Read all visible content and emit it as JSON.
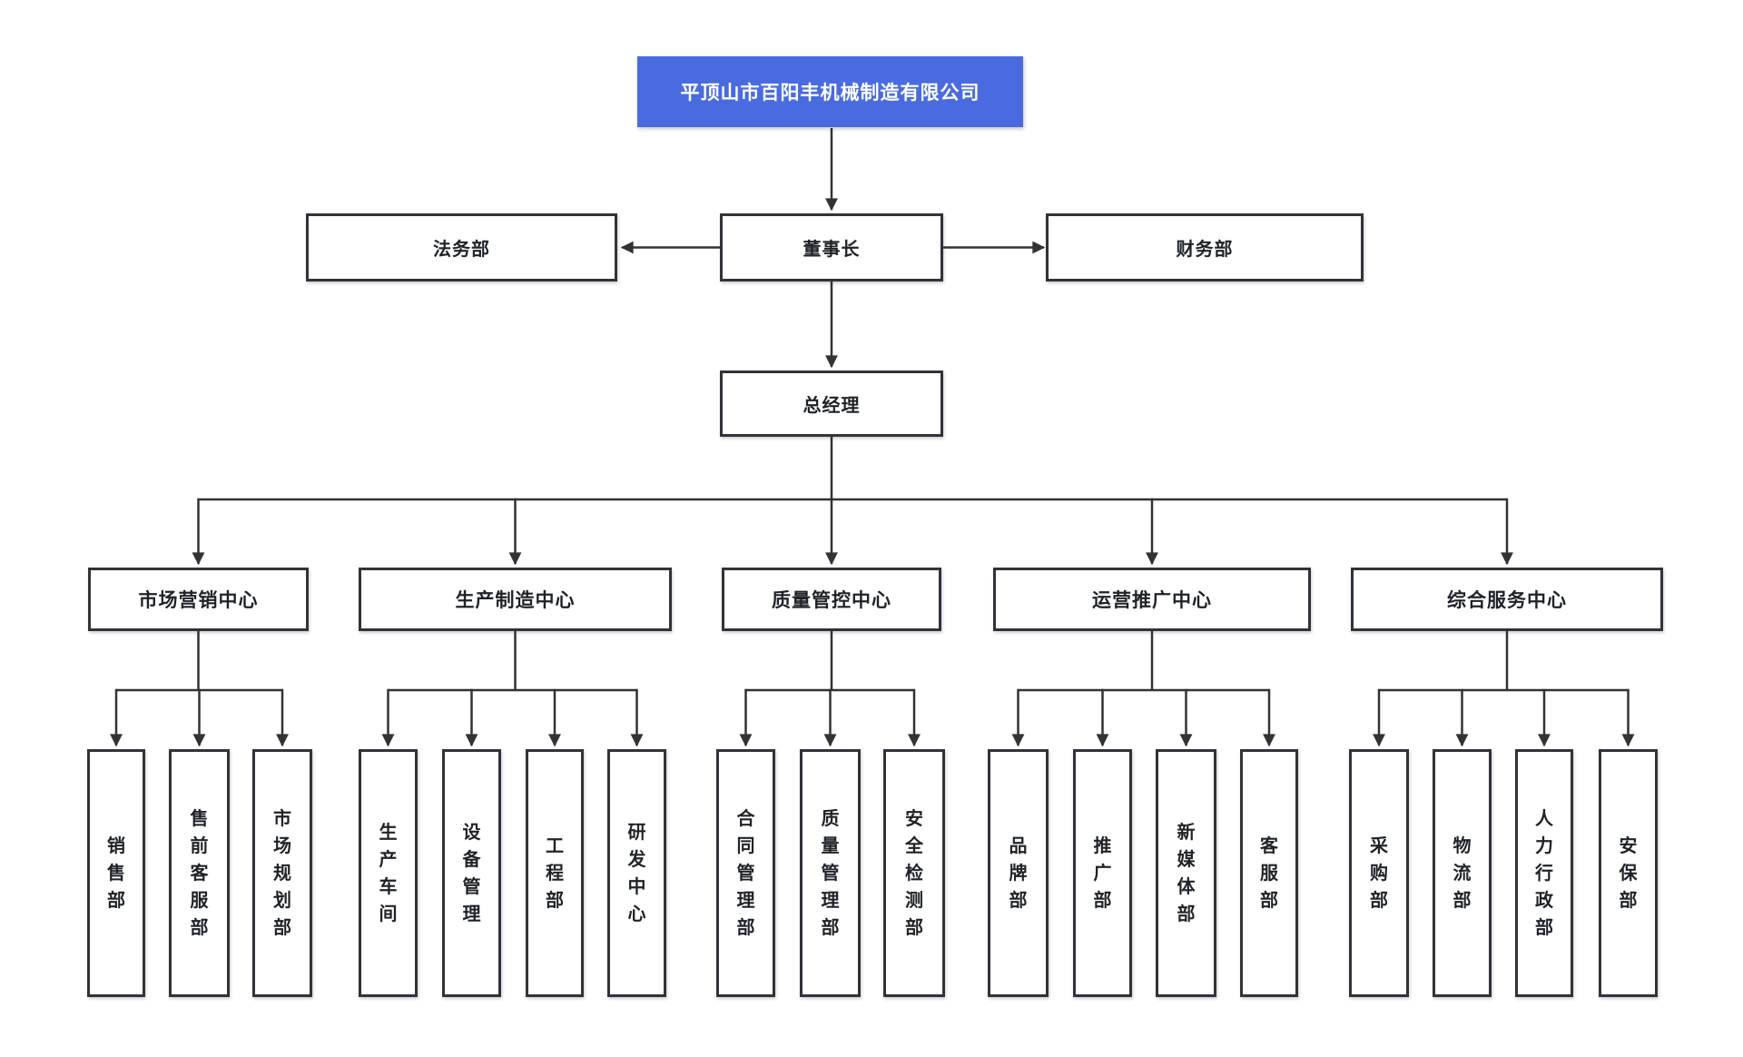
{
  "colors": {
    "accent": "#4a6be0",
    "root_text": "#ffffff",
    "box_border": "#30343a",
    "box_text": "#1f2328",
    "line": "#333333"
  },
  "org": {
    "root": {
      "label": "平顶山市百阳丰机械制造有限公司"
    },
    "legal": {
      "label": "法务部"
    },
    "chairman": {
      "label": "董事长"
    },
    "finance": {
      "label": "财务部"
    },
    "gm": {
      "label": "总经理"
    },
    "centers": [
      {
        "label": "市场营销中心",
        "children": [
          {
            "label": "销售部"
          },
          {
            "label": "售前客服部"
          },
          {
            "label": "市场规划部"
          }
        ]
      },
      {
        "label": "生产制造中心",
        "children": [
          {
            "label": "生产车间"
          },
          {
            "label": "设备管理"
          },
          {
            "label": "工程部"
          },
          {
            "label": "研发中心"
          }
        ]
      },
      {
        "label": "质量管控中心",
        "children": [
          {
            "label": "合同管理部"
          },
          {
            "label": "质量管理部"
          },
          {
            "label": "安全检测部"
          }
        ]
      },
      {
        "label": "运营推广中心",
        "children": [
          {
            "label": "品牌部"
          },
          {
            "label": "推广部"
          },
          {
            "label": "新媒体部"
          },
          {
            "label": "客服部"
          }
        ]
      },
      {
        "label": "综合服务中心",
        "children": [
          {
            "label": "采购部"
          },
          {
            "label": "物流部"
          },
          {
            "label": "人力行政部"
          },
          {
            "label": "安保部"
          }
        ]
      }
    ]
  }
}
